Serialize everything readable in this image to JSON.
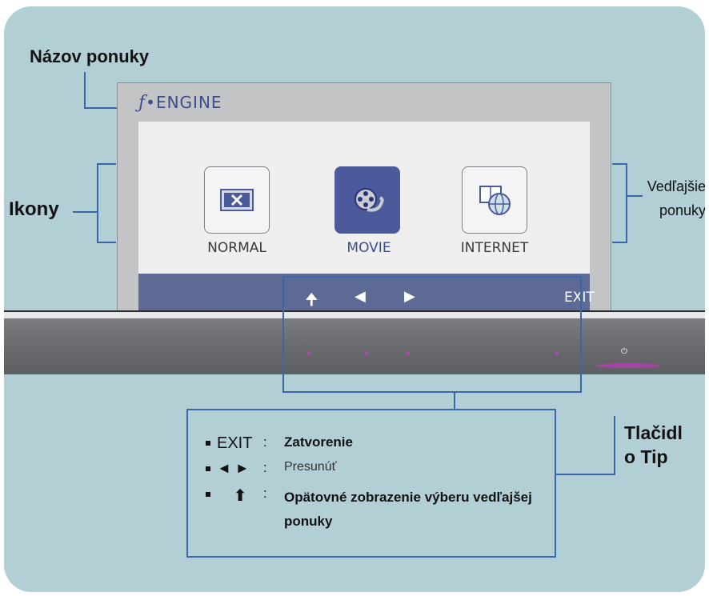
{
  "labels": {
    "menu_name": "Názov ponuky",
    "icons": "Ikony",
    "submenus_line1": "Vedľajšie",
    "submenus_line2": "ponuky",
    "button_tip_line1": "Tlačidl",
    "button_tip_line2": "o Tip"
  },
  "screen": {
    "title_glyph": "ƒ",
    "title": "•ENGINE",
    "items": [
      {
        "label": "NORMAL",
        "icon": "normal-icon",
        "selected": false
      },
      {
        "label": "MOVIE",
        "icon": "movie-icon",
        "selected": true
      },
      {
        "label": "INTERNET",
        "icon": "internet-icon",
        "selected": false
      }
    ],
    "bar": {
      "up": "🠉",
      "left": "◀",
      "right": "▶",
      "exit": "EXIT"
    }
  },
  "bezel": {
    "power": "⏻"
  },
  "legend": [
    {
      "key": "EXIT",
      "sep": ":",
      "desc": "Zatvorenie"
    },
    {
      "key": "◄ ►",
      "sep": ":",
      "desc": "Presunúť"
    },
    {
      "key": "⬆",
      "sep": ":",
      "desc": "Opätovné zobrazenie výberu vedľajšej",
      "desc2": "ponuky"
    }
  ],
  "colors": {
    "panel": "#b3cfd6",
    "callout": "#3a67a8",
    "selected_icon": "#4a5a9a",
    "bar": "#5d6a96",
    "led": "#c03cc0"
  }
}
